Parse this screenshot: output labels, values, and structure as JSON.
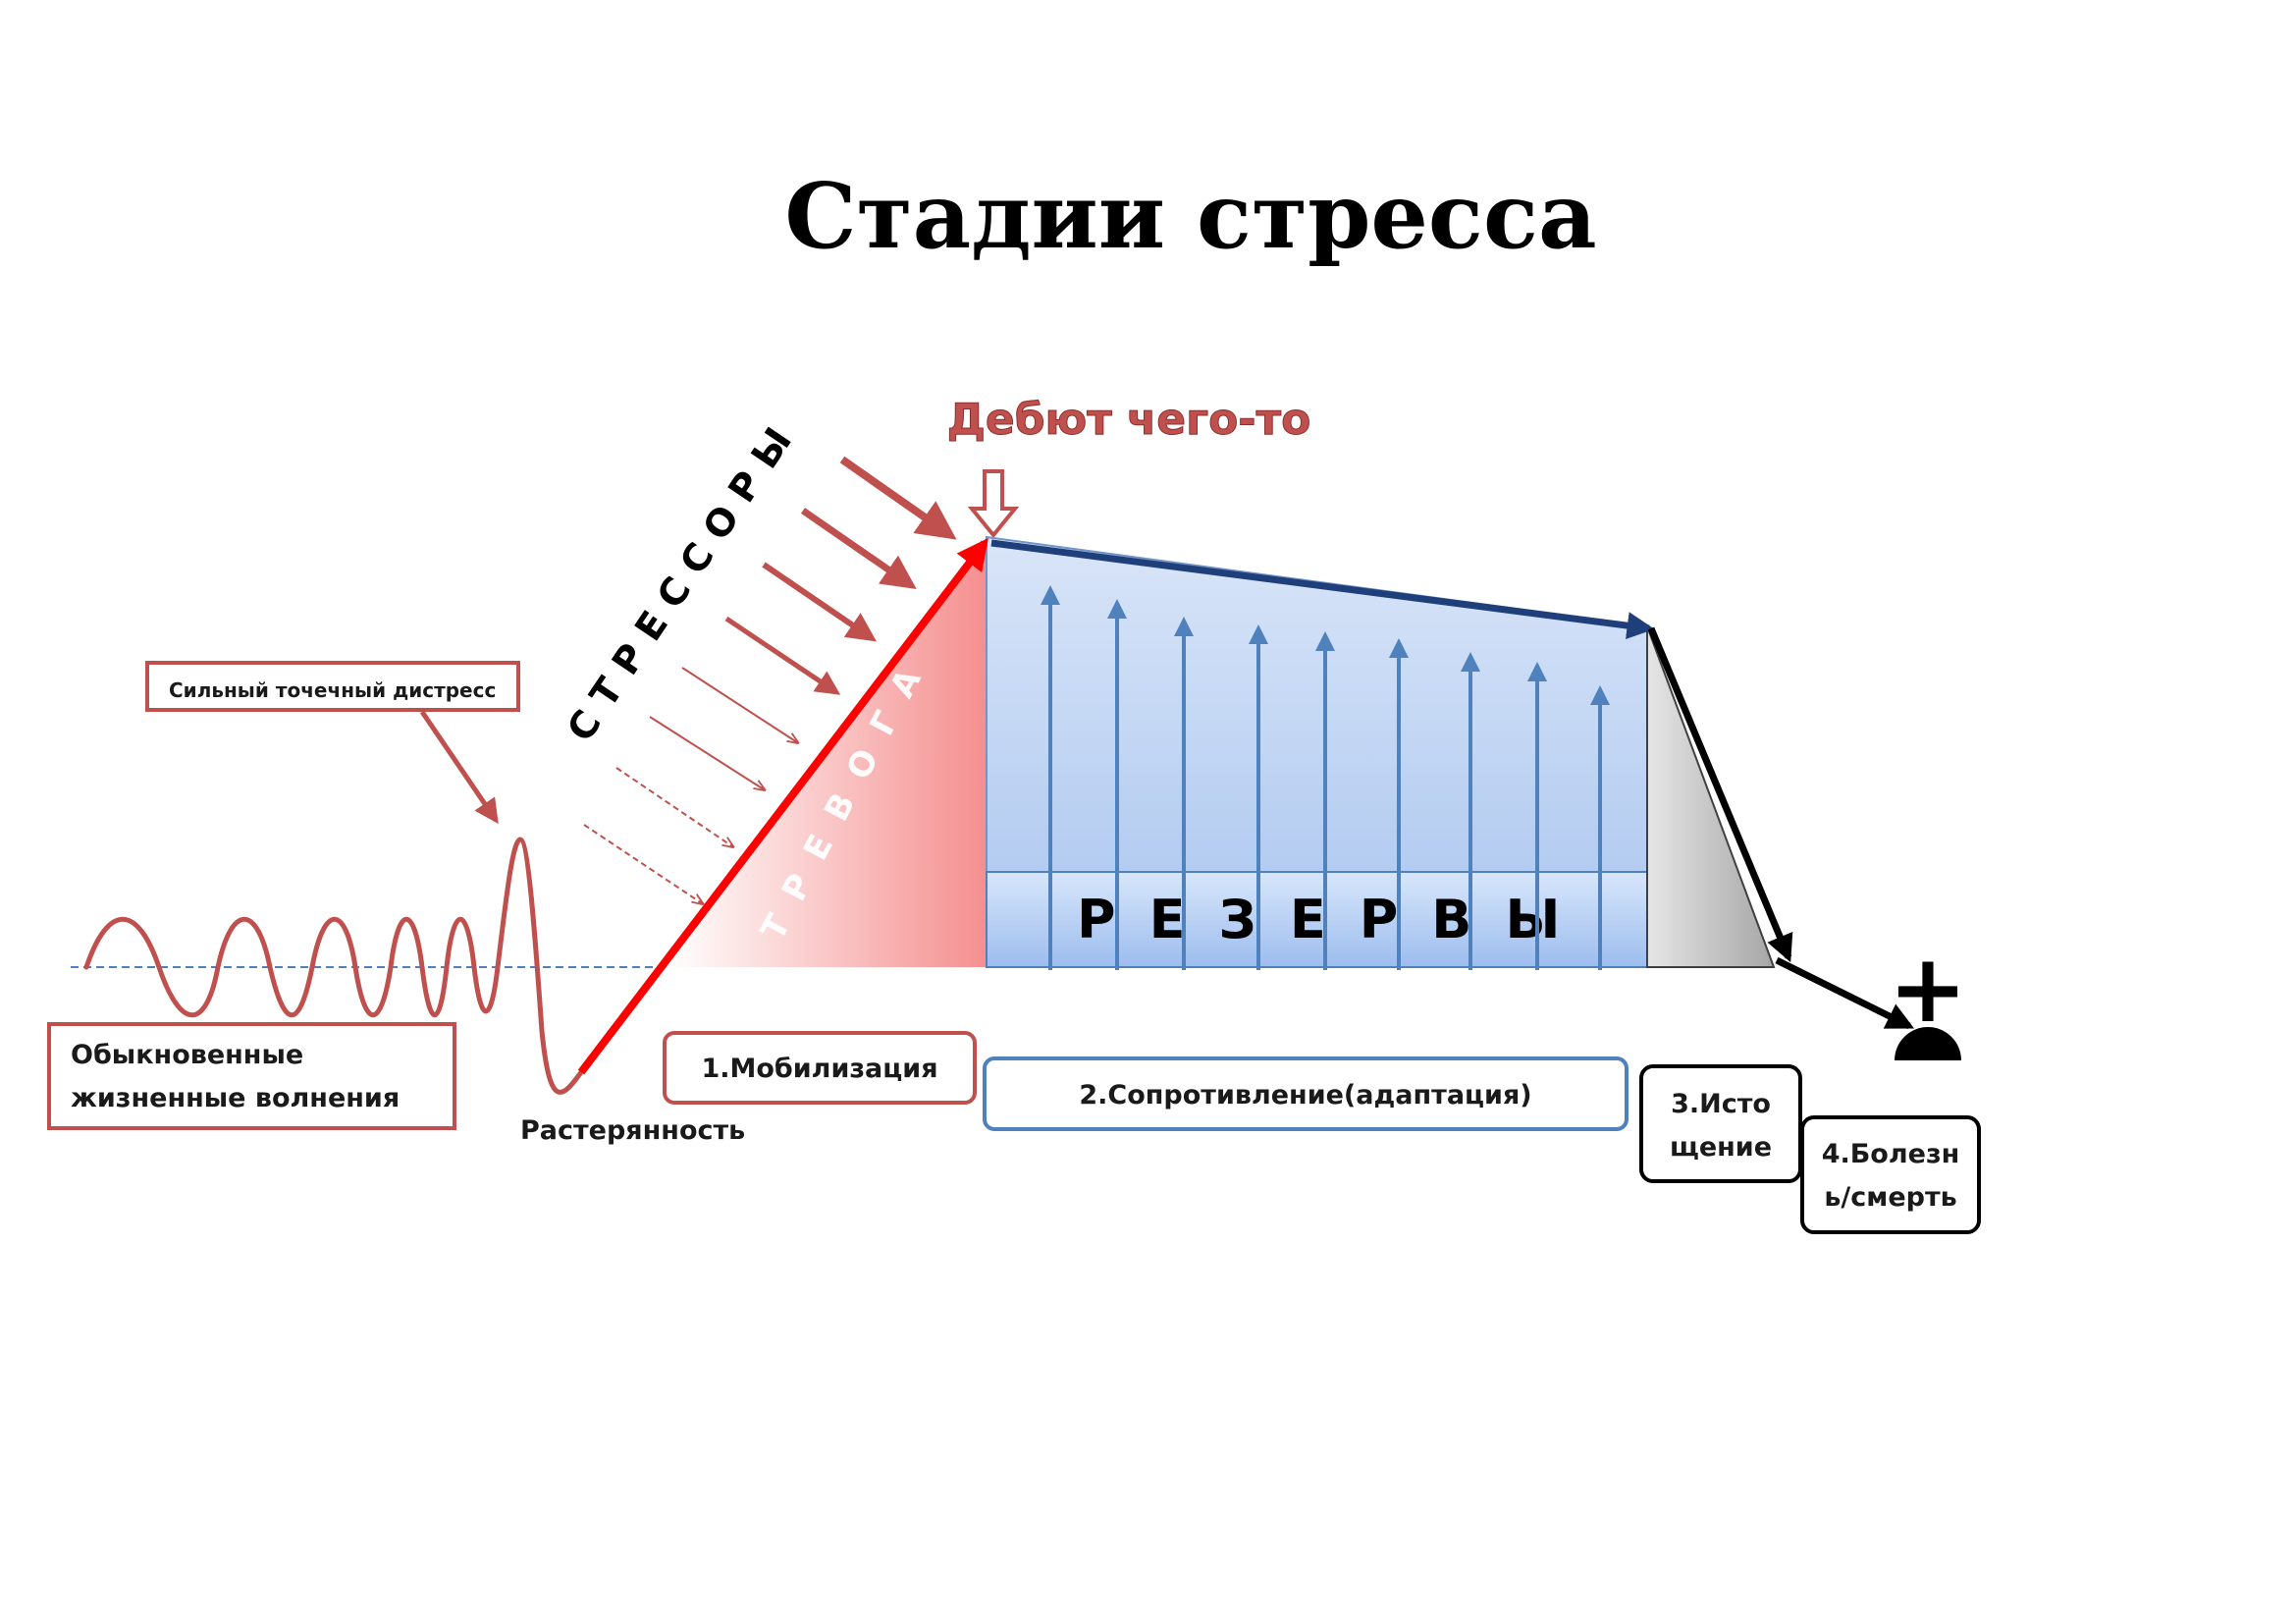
{
  "title": "Стадии стресса",
  "debut_label": "Дебют чего-то",
  "stressors_label": "СТРЕССОРЫ",
  "alarm_label": "ТРЕВОГА",
  "reserves_label": "РЕЗЕРВЫ",
  "strong_distress_label": "Сильный точечный дистресс",
  "ordinary_worries": {
    "line1": "Обыкновенные",
    "line2": "жизненные волнения"
  },
  "confusion_label": "Растерянность",
  "stages": {
    "mobilization": "1.Мобилизация",
    "resistance": "2.Сопротивление(адаптация)",
    "exhaustion": {
      "line1": "3.Исто",
      "line2": "щение"
    },
    "disease": {
      "line1": "4.Болезн",
      "line2": "ь/смерть"
    }
  },
  "death_symbol": "+",
  "colors": {
    "wave": "#c0504d",
    "alarm_arrow": "#ff0000",
    "resistance_line": "#1f3f7a",
    "reserve_arrows": "#4f81bd",
    "reserves_fill": "#c6d9f1",
    "exhaustion_fill": "#bfbfbf",
    "stage_box_red": "#c0504d",
    "stage_box_blue": "#4f81bd",
    "stage_box_black": "#000000"
  }
}
